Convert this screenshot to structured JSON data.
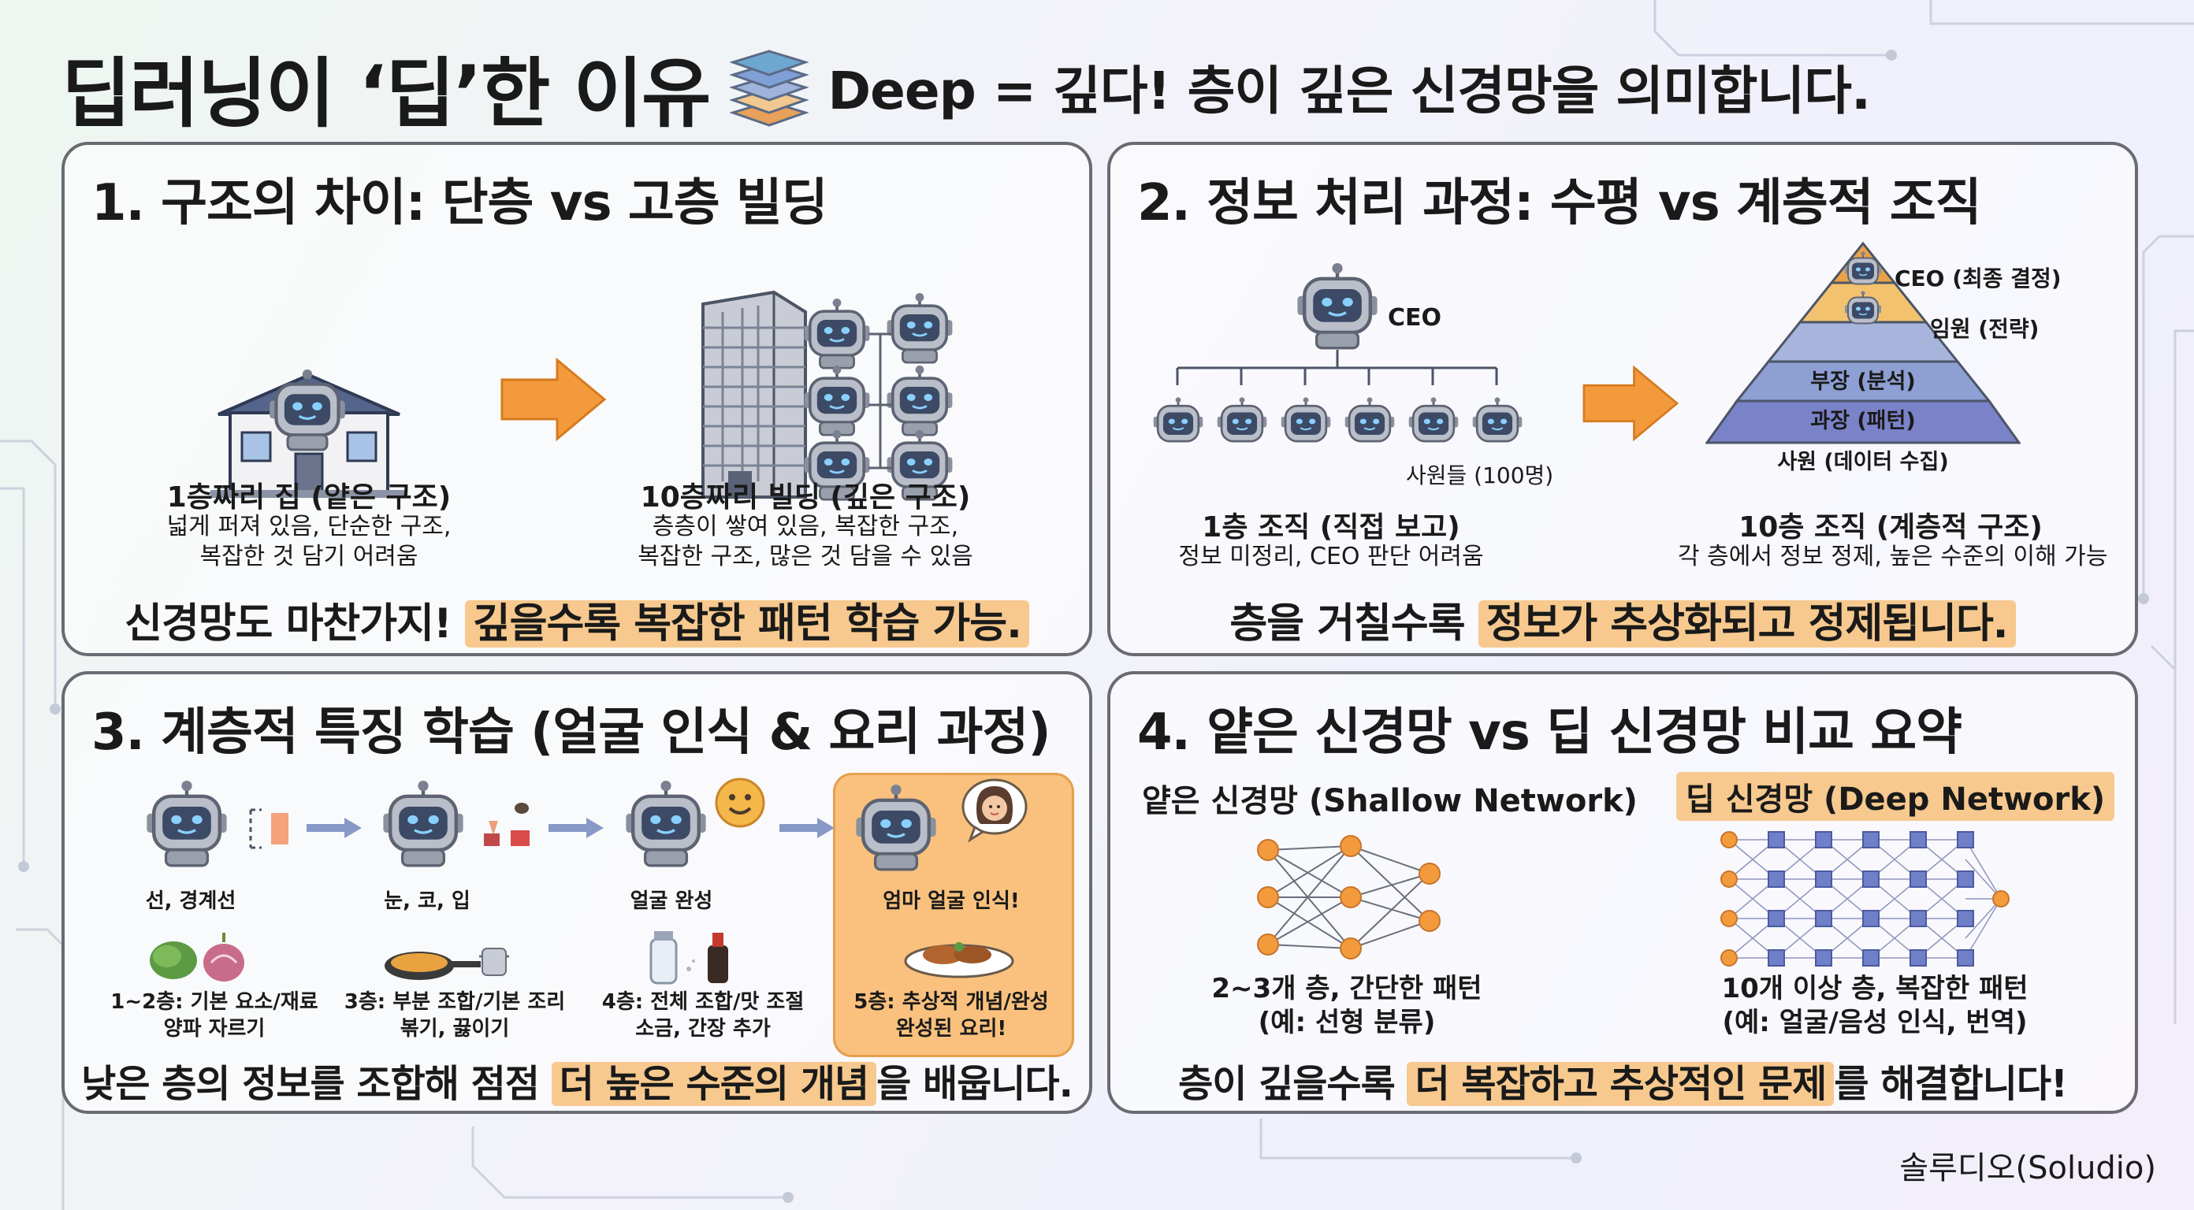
{
  "header": {
    "title": "딥러닝이 ‘딥’한 이유",
    "subtitle": "Deep = 깊다! 층이 깊은 신경망을 의미합니다."
  },
  "panel1": {
    "title": "1. 구조의 차이: 단층 vs 고층 빌딩",
    "left_caption": "1층짜리 집 (얕은 구조)",
    "left_desc": [
      "넓게 퍼져 있음, 단순한 구조,",
      "복잡한 것 담기 어려움"
    ],
    "right_caption": "10층짜리 빌딩 (깊은 구조)",
    "right_desc": [
      "층층이 쌓여 있음, 복잡한 구조,",
      "복잡한 구조, 많은 것 담을 수 있음"
    ],
    "summary_plain": "신경망도 마찬가지! ",
    "summary_highlight": "깊을수록 복잡한 패턴 학습 가능."
  },
  "panel2": {
    "title": "2. 정보 처리 과정: 수평 vs 계층적 조직",
    "ceo_label": "CEO",
    "staff_label": "사원들 (100명)",
    "left_caption": "1층 조직 (직접 보고)",
    "left_desc": "정보 미정리, CEO 판단 어려움",
    "pyramid_levels": [
      "CEO (최종 결정)",
      "임원 (전략)",
      "부장 (분석)",
      "과장 (패턴)",
      "사원 (데이터 수집)"
    ],
    "right_caption": "10층 조직 (계층적 구조)",
    "right_desc": "각 층에서 정보 정제, 높은 수준의 이해 가능",
    "summary_plain": "층을 거칠수록 ",
    "summary_highlight": "정보가 추상화되고 정제됩니다."
  },
  "panel3": {
    "title": "3. 계층적 특징 학습 (얼굴 인식 & 요리 과정)",
    "steps": [
      {
        "label": "선, 경계선",
        "desc": [
          "1~2층: 기본 요소/재료",
          "양파 자르기"
        ]
      },
      {
        "label": "눈, 코, 입",
        "desc": [
          "3층: 부분 조합/기본 조리",
          "볶기, 끓이기"
        ]
      },
      {
        "label": "얼굴 완성",
        "desc": [
          "4층: 전체 조합/맛 조절",
          "소금, 간장 추가"
        ]
      },
      {
        "label": "엄마 얼굴 인식!",
        "desc": [
          "5층: 추상적 개념/완성",
          "완성된 요리!"
        ]
      }
    ],
    "summary_plain": "낮은 층의 정보를 조합해 점점 ",
    "summary_highlight": "더 높은 수준의 개념",
    "summary_end": "을 배웁니다."
  },
  "panel4": {
    "title": "4. 얕은 신경망 vs 딥 신경망 비교 요약",
    "shallow_header": "얕은 신경망 (Shallow Network)",
    "deep_header": "딥 신경망 (Deep Network)",
    "shallow_desc": [
      "2~3개 층, 간단한 패턴",
      "(예: 선형 분류)"
    ],
    "deep_desc": [
      "10개 이상 층, 복잡한 패턴",
      "(예: 얼굴/음성 인식, 번역)"
    ],
    "summary_plain": "층이 깊을수록 ",
    "summary_highlight": "더 복잡하고 추상적인 문제",
    "summary_end": "를 해결합니다!"
  },
  "credit": "솔루디오(Soludio)",
  "colors": {
    "accent_orange": "#f39b3c",
    "highlight": "#f7c98e",
    "robot_gray": "#9aa0ab",
    "robot_face": "#3c4a66",
    "pyramid": [
      "#e8a347",
      "#f2c26e",
      "#a7b5dd",
      "#8d9fd3",
      "#7a82c8"
    ]
  }
}
